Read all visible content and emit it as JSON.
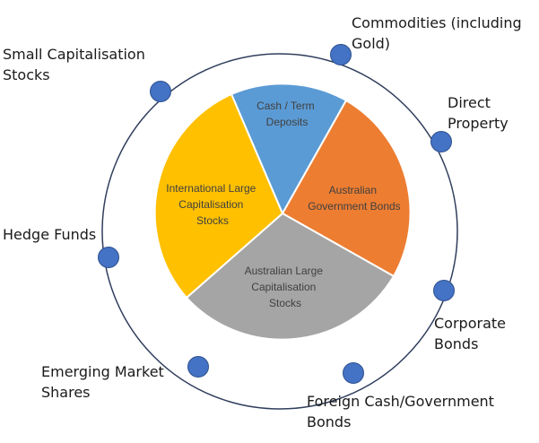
{
  "core": {
    "colors": {
      "cash": "#5b9bd5",
      "government": "#ed7d31",
      "australian": "#a5a5a5",
      "international": "#ffc000",
      "slice_text": "#404040"
    },
    "slices": [
      {
        "id": "cash",
        "label_lines": [
          "Cash / Term",
          "Deposits"
        ]
      },
      {
        "id": "government",
        "label_lines": [
          "Australian",
          "Government Bonds"
        ]
      },
      {
        "id": "australian",
        "label_lines": [
          "Australian Large",
          "Capitalisation",
          "Stocks"
        ]
      },
      {
        "id": "international",
        "label_lines": [
          "International Large",
          "Capitalisation",
          "Stocks"
        ]
      }
    ]
  },
  "ring": {
    "colors": {
      "ring_line": "#2f3e5c",
      "node_fill": "#4472c4",
      "node_stroke": "#2f528f"
    },
    "assets": [
      {
        "id": "commodities",
        "label_lines": [
          "Commodities (including",
          "Gold)"
        ]
      },
      {
        "id": "direct-property",
        "label_lines": [
          "Direct",
          "Property"
        ]
      },
      {
        "id": "corporate-bonds",
        "label_lines": [
          "Corporate",
          "Bonds"
        ]
      },
      {
        "id": "foreign-cash-government-bonds",
        "label_lines": [
          "Foreign Cash/Government",
          "Bonds"
        ]
      },
      {
        "id": "emerging-market-shares",
        "label_lines": [
          "Emerging Market",
          "Shares"
        ]
      },
      {
        "id": "hedge-funds",
        "label_lines": [
          "Hedge Funds"
        ]
      },
      {
        "id": "small-capitalisation-stocks",
        "label_lines": [
          "Small Capitalisation",
          "Stocks"
        ]
      }
    ]
  }
}
